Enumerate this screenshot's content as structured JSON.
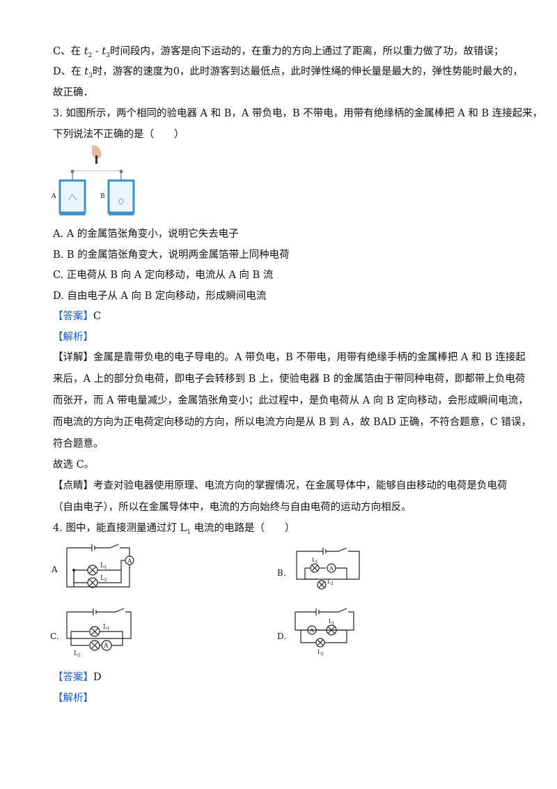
{
  "q2_tail": {
    "line_c_prefix": "C、在 ",
    "line_c_t2": "t",
    "line_c_t2_sub": "2",
    "line_c_dash": " - ",
    "line_c_t3": "t",
    "line_c_t3_sub": "3",
    "line_c_rest": "时间段内，游客是向下运动的，在重力的方向上通过了距离，所以重力做了功，故错误；",
    "line_d_prefix": "D、在 ",
    "line_d_t3": "t",
    "line_d_t3_sub": "3",
    "line_d_rest": "时，游客的速度为0，此时游客到达最低点，此时弹性绳的伸长量是最大的，弹性势能时最大的，",
    "line_d_cont": "故正确．"
  },
  "q3": {
    "stem_1": "3. 如图所示，两个相同的验电器 A 和 B，A 带负电，B 不带电，用带有绝缘柄的金属棒把 A 和 B 连接起来，",
    "stem_2": "下列说法不正确的是（　　）",
    "fig_label_a": "A",
    "fig_label_b": "B",
    "options": [
      "A. A 的金属箔张角变小，说明它失去电子",
      "B. B 的金属箔张角变大，说明两金属箔带上同种电荷",
      "C. 正电荷从 B 向 A 定向移动，电流从 A 向 B 流",
      "D. 自由电子从 A 向 B 定向移动，形成瞬间电流"
    ],
    "answer_tag": "【答案】",
    "answer": "C",
    "analysis_tag": "【解析】",
    "detail_tag": "【详解】",
    "detail_lines": [
      "金属是靠带负电的电子导电的。A 带负电，B 不带电，用带有绝缘手柄的金属棒把 A 和 B 连接起",
      "来后，A 上的部分负电荷，即电子会转移到 B 上，使验电器 B 的金属箔由于带同种电荷，即都带上负电荷",
      "而张开，而 A 带电量减少，金属箔张角变小；此过程中，是负电荷从 A 向 B 定向移动，会形成瞬间电流，",
      "而电流的方向为正电荷定向移动的方向，所以电流方向是从 B 到 A，故 BAD 正确，不符合题意，C 错误，",
      "符合题意。"
    ],
    "choose": "故选 C。",
    "tip_tag": "【点睛】",
    "tip_lines": [
      "考查对验电器使用原理、电流方向的掌握情况，在金属导体中，能够自由移动的电荷是负电荷",
      "（自由电子），所以在金属导体中，电流的方向始终与自由电荷的运动方向相反。"
    ]
  },
  "q4": {
    "stem_prefix": "4. 图中，能直接测量通过灯 L",
    "stem_sub": "1",
    "stem_suffix": " 电流的电路是（　　）",
    "circuits": [
      {
        "label": "A",
        "lamp1": "L1",
        "lamp2": "L2",
        "meter": "A"
      },
      {
        "label": "B.",
        "lamp1": "L1",
        "lamp2": "L2",
        "meter": "A"
      },
      {
        "label": "C.",
        "lamp1": "L1",
        "lamp2": "L2",
        "meter": "A"
      },
      {
        "label": "D.",
        "lamp1": "L1",
        "lamp2": "L2",
        "meter": "A"
      }
    ],
    "answer_tag": "【答案】",
    "answer": "D",
    "analysis_tag": "【解析】"
  },
  "colors": {
    "bracket": "#1a5fd1",
    "text": "#111111"
  }
}
